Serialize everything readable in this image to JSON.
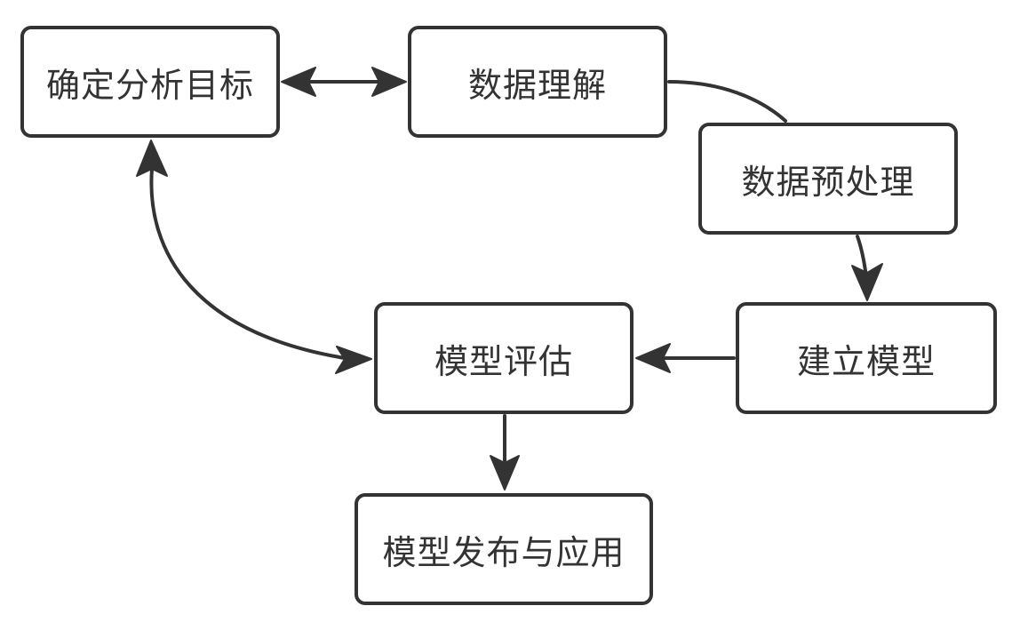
{
  "diagram": {
    "colors": {
      "stroke": "#333333",
      "text": "#333333",
      "background": "#ffffff"
    },
    "nodes": {
      "goal": "确定分析目标",
      "understand": "数据理解",
      "prep": "数据预处理",
      "build": "建立模型",
      "eval": "模型评估",
      "deploy": "模型发布与应用"
    },
    "edges": [
      {
        "from": "goal",
        "to": "understand",
        "direction": "both"
      },
      {
        "from": "understand",
        "to": "prep",
        "direction": "none"
      },
      {
        "from": "prep",
        "to": "build",
        "direction": "forward"
      },
      {
        "from": "build",
        "to": "eval",
        "direction": "forward"
      },
      {
        "from": "eval",
        "to": "goal",
        "direction": "both"
      },
      {
        "from": "eval",
        "to": "deploy",
        "direction": "forward"
      }
    ]
  }
}
